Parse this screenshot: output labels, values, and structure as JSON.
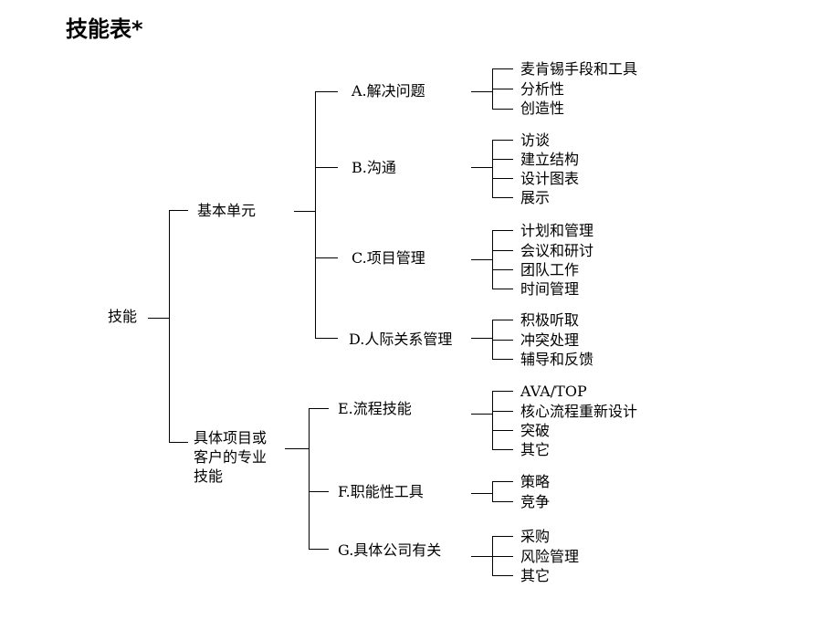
{
  "title": "技能表*",
  "root": {
    "label": "技能"
  },
  "groups": [
    {
      "label": "基本单元",
      "categories": [
        {
          "label": "A.解决问题",
          "items": [
            "麦肯锡手段和工具",
            "分析性",
            "创造性"
          ]
        },
        {
          "label": "B.沟通",
          "items": [
            "访谈",
            "建立结构",
            "设计图表",
            "展示"
          ]
        },
        {
          "label": "C.项目管理",
          "items": [
            "计划和管理",
            "会议和研讨",
            "团队工作",
            "时间管理"
          ]
        },
        {
          "label": "D.人际关系管理",
          "items": [
            "积极听取",
            "冲突处理",
            "辅导和反馈"
          ]
        }
      ]
    },
    {
      "label": "具体项目或客户的专业技能",
      "categories": [
        {
          "label": "E.流程技能",
          "items": [
            "AVA/TOP",
            "核心流程重新设计",
            "突破",
            "其它"
          ]
        },
        {
          "label": "F.职能性工具",
          "items": [
            "策略",
            "竞争"
          ]
        },
        {
          "label": "G.具体公司有关",
          "items": [
            "采购",
            "风险管理",
            "其它"
          ]
        }
      ]
    }
  ]
}
